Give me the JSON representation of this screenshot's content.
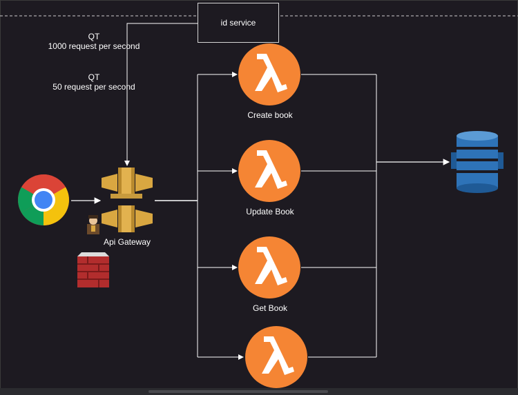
{
  "top_note": {
    "line1": "QT",
    "line2": "1000 request per second"
  },
  "mid_note": {
    "line1": "QT",
    "line2": "50 request per second"
  },
  "id_service": {
    "label": "id service"
  },
  "api_gateway": {
    "label": "Api Gateway"
  },
  "lambdas": [
    {
      "label": "Create book"
    },
    {
      "label": "Update Book"
    },
    {
      "label": "Get Book"
    },
    {
      "label": ""
    }
  ],
  "colors": {
    "lambda": "#f58534",
    "gateway": "#d9a741",
    "dynamodb": "#2e73b8",
    "line": "#ffffff"
  },
  "icons": [
    "chrome-icon",
    "lambda-icon",
    "api-gateway-icon",
    "dynamodb-icon",
    "firewall-icon",
    "guard-icon"
  ]
}
